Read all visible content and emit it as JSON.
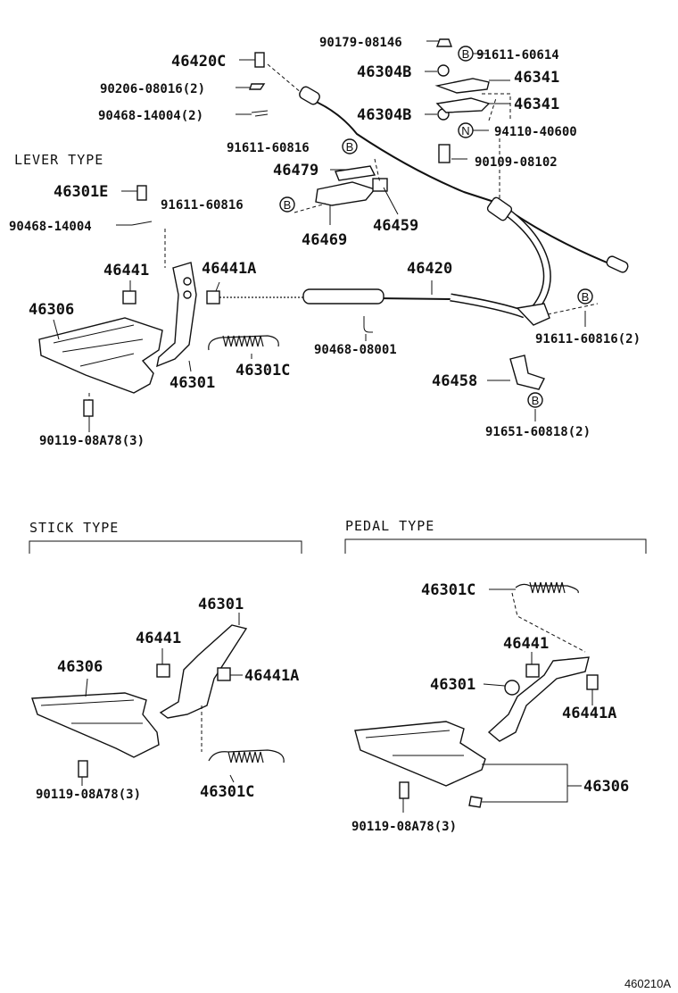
{
  "sections": {
    "lever": "LEVER TYPE",
    "stick": "STICK TYPE",
    "pedal": "PEDAL TYPE"
  },
  "figure_id": "460210A",
  "labels": {
    "l01": "90179-08146",
    "l02": "91611-60614",
    "l03": "46420C",
    "l04": "46304B",
    "l05": "46341",
    "l06": "90206-08016(2)",
    "l07": "46341",
    "l08": "90468-14004(2)",
    "l09": "46304B",
    "l10": "94110-40600",
    "l11": "91611-60816",
    "l12": "90109-08102",
    "l13": "46479",
    "l14": "46301E",
    "l15": "91611-60816",
    "l16": "46459",
    "l17": "90468-14004",
    "l18": "46469",
    "l19": "46441",
    "l20": "46441A",
    "l21": "46420",
    "l22": "46306",
    "l23": "91611-60816(2)",
    "l24": "90468-08001",
    "l25": "46301C",
    "l26": "46301",
    "l27": "46458",
    "l28": "90119-08A78(3)",
    "l29": "91651-60818(2)",
    "s01": "46301",
    "s02": "46441",
    "s03": "46306",
    "s04": "46441A",
    "s05": "90119-08A78(3)",
    "s06": "46301C",
    "p01": "46301C",
    "p02": "46441",
    "p03": "46301",
    "p04": "46441A",
    "p05": "46306",
    "p06": "90119-08A78(3)"
  },
  "markers": {
    "m1": "B",
    "m2": "N",
    "m3": "B",
    "m4": "B",
    "m5": "B",
    "m6": "B"
  }
}
